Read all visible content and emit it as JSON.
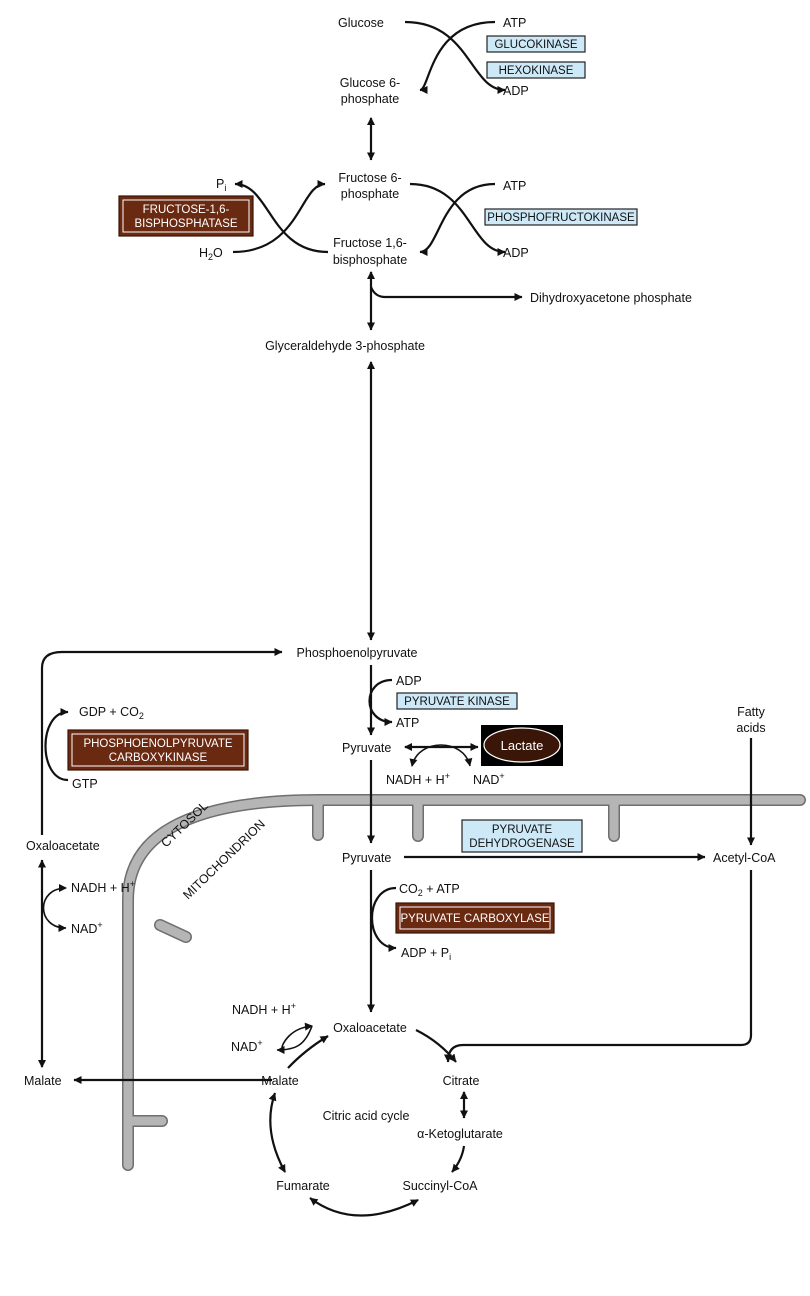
{
  "metabolites": {
    "glucose": "Glucose",
    "g6p_1": "Glucose 6-",
    "g6p_2": "phosphate",
    "f6p_1": "Fructose 6-",
    "f6p_2": "phosphate",
    "f16bp_1": "Fructose 1,6-",
    "f16bp_2": "bisphosphate",
    "dhap": "Dihydroxyacetone phosphate",
    "g3p": "Glyceraldehyde 3-phosphate",
    "pep": "Phosphoenolpyruvate",
    "pyruvate_cyto": "Pyruvate",
    "lactate": "Lactate",
    "pyruvate_mito": "Pyruvate",
    "acetyl_coa": "Acetyl-CoA",
    "fatty_acids_1": "Fatty",
    "fatty_acids_2": "acids",
    "oaa_cyto": "Oxaloacetate",
    "malate_cyto": "Malate",
    "oaa_mito": "Oxaloacetate",
    "malate_mito": "Malate",
    "citrate": "Citrate",
    "akg": "α-Ketoglutarate",
    "succinyl_coa": "Succinyl-CoA",
    "fumarate": "Fumarate",
    "tca": "Citric acid cycle"
  },
  "cofactors": {
    "atp_top": "ATP",
    "adp_top": "ADP",
    "atp_pfk": "ATP",
    "adp_pfk": "ADP",
    "pi": "P",
    "pi_sub": "i",
    "h2o_h": "H",
    "h2o_2": "2",
    "h2o_o": "O",
    "adp_pk": "ADP",
    "atp_pk": "ATP",
    "gdp_co2": "GDP + CO",
    "gdp_co2_sub": "2",
    "gtp": "GTP",
    "nadh_ldh": "NADH + H",
    "nadh_ldh_sup": "+",
    "nad_ldh": "NAD",
    "nad_ldh_sup": "+",
    "nadh_cyto": "NADH + H",
    "nadh_cyto_sup": "+",
    "nad_cyto": "NAD",
    "nad_cyto_sup": "+",
    "co2_atp": "CO",
    "co2_atp_sub": "2",
    "co2_atp_rest": " + ATP",
    "adp_pi": "ADP + P",
    "adp_pi_sub": "i",
    "nadh_mito": "NADH + H",
    "nadh_mito_sup": "+",
    "nad_mito": "NAD",
    "nad_mito_sup": "+"
  },
  "enzymes": {
    "glucokinase": "GLUCOKINASE",
    "hexokinase": "HEXOKINASE",
    "pfk": "PHOSPHOFRUCTOKINASE",
    "fbpase_1": "FRUCTOSE-1,6-",
    "fbpase_2": "BISPHOSPHATASE",
    "pk": "PYRUVATE KINASE",
    "pepck_1": "PHOSPHOENOLPYRUVATE",
    "pepck_2": "CARBOXYKINASE",
    "pdh_1": "PYRUVATE",
    "pdh_2": "DEHYDROGENASE",
    "pc": "PYRUVATE CARBOXYLASE"
  },
  "compartments": {
    "cytosol": "CYTOSOL",
    "mitochondrion": "MITOCHONDRION"
  },
  "colors": {
    "regulated_enzyme_fill": "#cde9f7",
    "gluconeogenic_enzyme_fill": "#6a2a12",
    "membrane": "#b5b5b5",
    "lactate_fill": "#3a1608"
  }
}
